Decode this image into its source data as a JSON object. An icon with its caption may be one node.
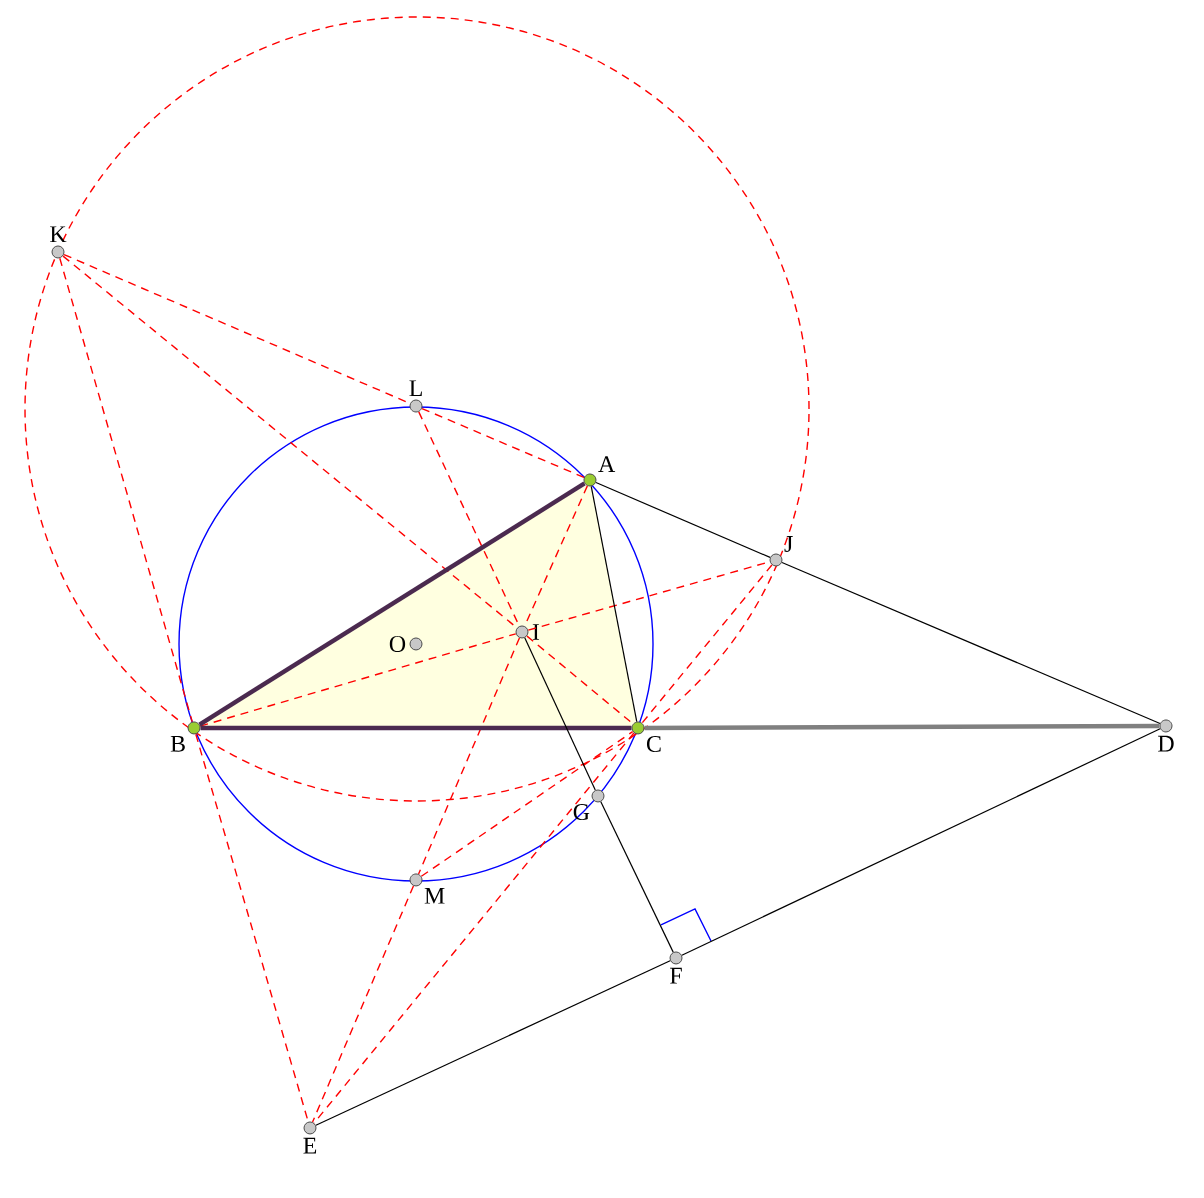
{
  "diagram": {
    "nodes": [
      {
        "text": [
          "K"
        ]
      },
      {
        "text": [
          "L"
        ]
      },
      {
        "text": [
          "A"
        ]
      },
      {
        "text": [
          "J"
        ]
      },
      {
        "text": [
          "I"
        ]
      },
      {
        "text": [
          "O"
        ]
      },
      {
        "text": [
          "B"
        ]
      },
      {
        "text": [
          "C"
        ]
      },
      {
        "text": [
          "D"
        ]
      },
      {
        "text": [
          "G"
        ]
      },
      {
        "text": [
          "M"
        ]
      },
      {
        "text": [
          "F"
        ]
      },
      {
        "text": [
          "E"
        ]
      }
    ],
    "edges": [
      {
        "from": 0,
        "to": 1,
        "arrow": "none",
        "style": "dashed"
      },
      {
        "from": 1,
        "to": 2,
        "arrow": "none",
        "style": "dashed"
      },
      {
        "from": 0,
        "to": 4,
        "arrow": "none",
        "style": "dashed"
      },
      {
        "from": 4,
        "to": 7,
        "arrow": "none",
        "style": "dashed"
      },
      {
        "from": 0,
        "to": 6,
        "arrow": "none",
        "style": "dashed"
      },
      {
        "from": 1,
        "to": 4,
        "arrow": "none",
        "style": "dashed"
      },
      {
        "from": 6,
        "to": 4,
        "arrow": "none",
        "style": "dashed"
      },
      {
        "from": 4,
        "to": 3,
        "arrow": "none",
        "style": "dashed"
      },
      {
        "from": 2,
        "to": 4,
        "arrow": "none",
        "style": "dashed"
      },
      {
        "from": 4,
        "to": 10,
        "arrow": "none",
        "style": "dashed"
      },
      {
        "from": 10,
        "to": 12,
        "arrow": "none",
        "style": "dashed"
      },
      {
        "from": 6,
        "to": 12,
        "arrow": "none",
        "style": "dashed"
      },
      {
        "from": 3,
        "to": 7,
        "arrow": "none",
        "style": "dashed"
      },
      {
        "from": 7,
        "to": 12,
        "arrow": "none",
        "style": "dashed"
      },
      {
        "from": 10,
        "to": 7,
        "arrow": "none",
        "style": "dashed"
      },
      {
        "from": 2,
        "to": 6,
        "arrow": "none",
        "style": "thick",
        "color": "#4b2a4f"
      },
      {
        "from": 2,
        "to": 7,
        "arrow": "none",
        "color": "#000000"
      },
      {
        "from": 6,
        "to": 7,
        "arrow": "none",
        "style": "thick",
        "color": "#4b2a4f"
      },
      {
        "from": 7,
        "to": 8,
        "arrow": "none",
        "style": "thick",
        "color": "#808080"
      },
      {
        "from": 2,
        "to": 3,
        "arrow": "none",
        "color": "#000000"
      },
      {
        "from": 3,
        "to": 8,
        "arrow": "none",
        "color": "#000000"
      },
      {
        "from": 4,
        "to": 9,
        "arrow": "none",
        "color": "#000000"
      },
      {
        "from": 9,
        "to": 11,
        "arrow": "none",
        "color": "#000000"
      },
      {
        "from": 12,
        "to": 11,
        "arrow": "none",
        "color": "#000000"
      },
      {
        "from": 11,
        "to": 8,
        "arrow": "none",
        "color": "#000000"
      }
    ]
  }
}
